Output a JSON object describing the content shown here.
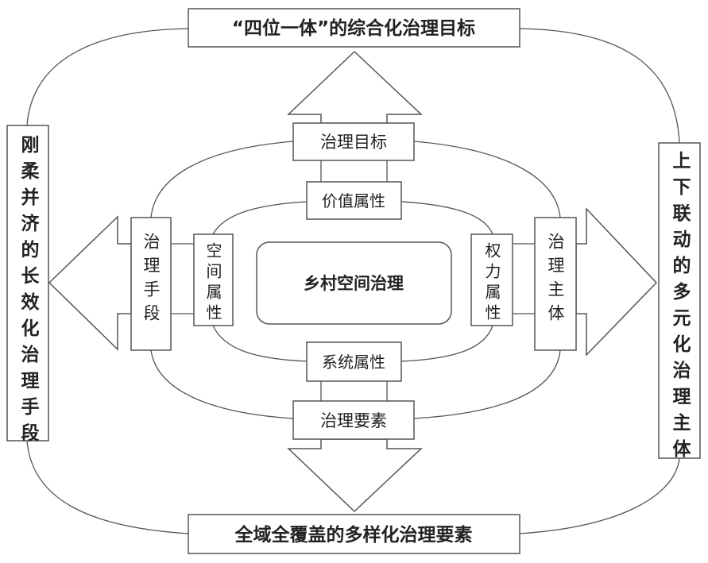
{
  "outer": {
    "top_goal": "“四位一体”的综合化治理目标",
    "bottom_elements": "全域全覆盖的多样化治理要素",
    "left_means": "刚柔并济的长效化治理手段",
    "right_subjects": "上下联动的多元化治理主体"
  },
  "middle": {
    "top": "治理目标",
    "bottom": "治理要素",
    "left": "治理手段",
    "right": "治理主体"
  },
  "inner": {
    "top": "价值属性",
    "bottom": "系统属性",
    "left": "空间属性",
    "right": "权力属性"
  },
  "center": "乡村空间治理"
}
